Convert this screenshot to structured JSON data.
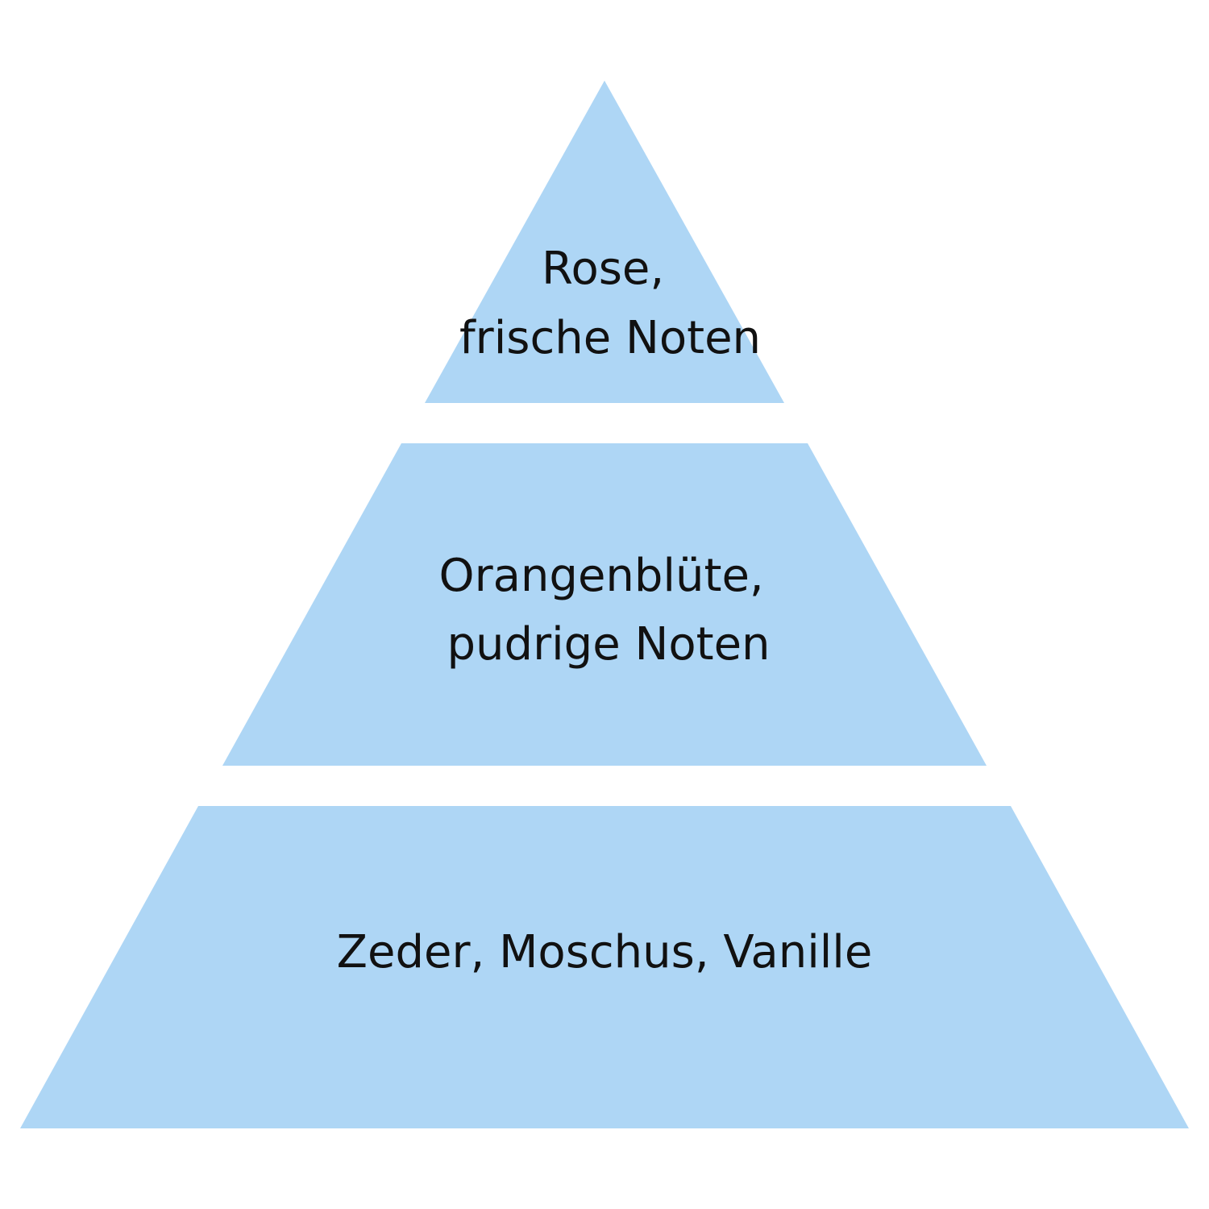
{
  "diagram": {
    "fill_color": "#aed6f5",
    "background_color": "#ffffff",
    "text_color": "#111111",
    "tiers": [
      {
        "name": "top",
        "lines": [
          "Rose,",
          "frische Noten"
        ]
      },
      {
        "name": "middle",
        "lines": [
          "Orangenblüte,",
          "pudrige Noten"
        ]
      },
      {
        "name": "base",
        "lines": [
          "Zeder, Moschus, Vanille"
        ]
      }
    ]
  }
}
